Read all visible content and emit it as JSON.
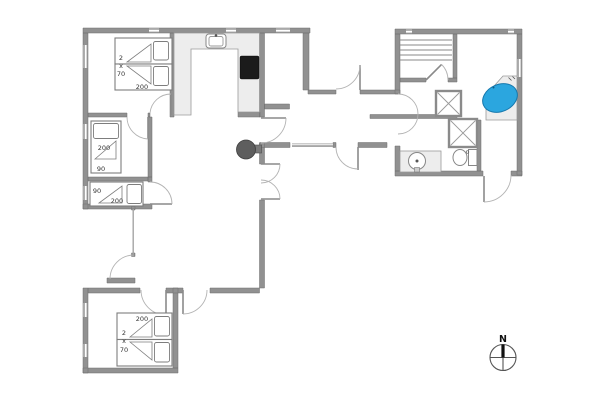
{
  "plan_labels": {
    "bedroom_nw": {
      "bed_count": "2",
      "times": "x",
      "bed_width": "70",
      "bed_length": "200"
    },
    "bedroom_west_upper": {
      "bed_length": "200",
      "bed_width": "90"
    },
    "bedroom_west_lower": {
      "bed_width": "90",
      "bed_length": "200"
    },
    "bedroom_south": {
      "bed_length": "200",
      "bed_count": "2",
      "times": "x",
      "bed_width": "70"
    }
  },
  "compass": {
    "north_label": "N"
  },
  "colors": {
    "wall": "#919191",
    "counter": "#ededed",
    "cooktop": "#1b1b1b",
    "wood_stove": "#5e5e5e",
    "hot_tub": "#2ba6df",
    "hot_tub_outline": "#1678ad"
  }
}
